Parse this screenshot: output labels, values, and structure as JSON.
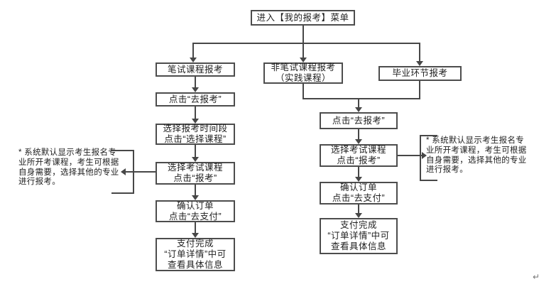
{
  "flow": {
    "root": "进入【我的报考】菜单",
    "branch_written": "笔试课程报考",
    "branch_practical": "非笔试课程报考\n（实践课程）",
    "branch_graduation": "毕业环节报考",
    "written_steps": [
      "点击“去报考”",
      "选择报考时间段\n点击“选择课程”",
      "选择考试课程\n点击“报考”",
      "确认订单\n点击“去支付”",
      "支付完成\n“订单详情”中可\n查看具体信息"
    ],
    "merged_steps": [
      "点击“去报考”",
      "选择考试课程\n点击“报考”",
      "确认订单\n点击“去支付”",
      "支付完成\n“订单详情”中可\n查看具体信息"
    ],
    "note_left": "* 系统默认显示考生报名专\n业所开考课程，考生可根据\n自身需要，选择其他的专业\n进行报考。",
    "note_right": "* 系统默认显示考生报名专\n业所开考课程，考生可根据\n自身需要，选择其他的专业\n进行报考。",
    "return_mark": "↵"
  },
  "colors": {
    "line": "#474747",
    "box_border": "#4d4d4d",
    "text": "#1f1f1f",
    "background": "#ffffff"
  }
}
